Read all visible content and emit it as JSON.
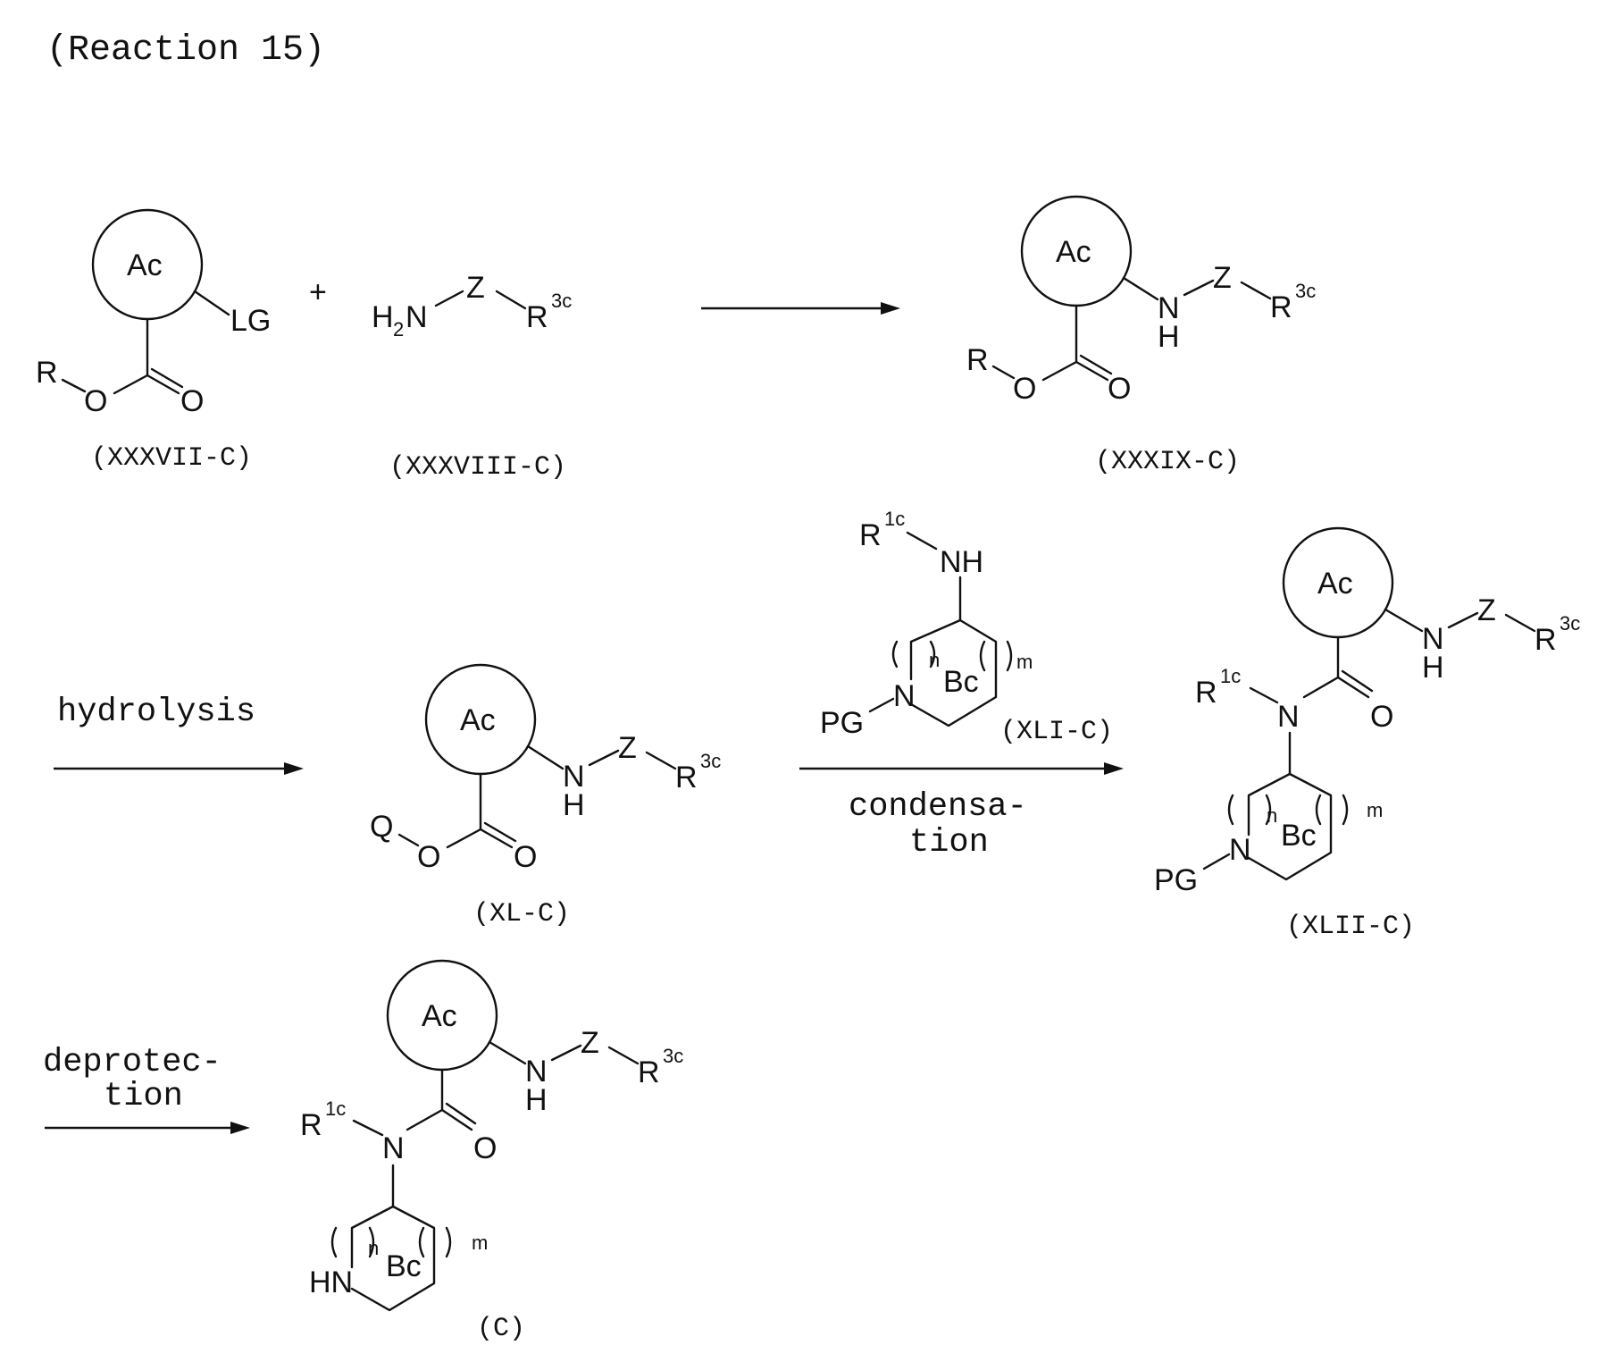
{
  "title": "(Reaction 15)",
  "atoms": {
    "ring_a": "Ac",
    "ring_b": "Bc",
    "leaving_group": "LG",
    "R": "R",
    "O": "O",
    "N": "N",
    "H": "H",
    "NH": "NH",
    "HN": "HN",
    "H2N": "H",
    "H2N_sub": "2",
    "H2N_N": "N",
    "Z": "Z",
    "Q": "Q",
    "PG": "PG",
    "plus": "+",
    "sup_3c": "3c",
    "sup_1c": "1c",
    "sub_n": "n",
    "sub_m": "m"
  },
  "compounds": {
    "xxxvii": "(XXXVII-C)",
    "xxxviii": "(XXXVIII-C)",
    "xxxix": "(XXXIX-C)",
    "xl": "(XL-C)",
    "xli": "(XLI-C)",
    "xlii": "(XLII-C)",
    "c": "(C)"
  },
  "conditions": {
    "hydrolysis": "hydrolysis",
    "condensation_1": "condensa-",
    "condensation_2": "tion",
    "deprotection_1": "deprotec-",
    "deprotection_2": "tion"
  }
}
